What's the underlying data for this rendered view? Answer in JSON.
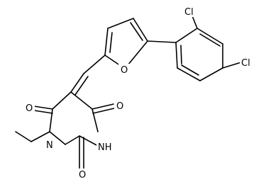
{
  "molecule": {
    "atoms": [
      {
        "id": "Cl1",
        "label": "Cl"
      },
      {
        "id": "Cl2",
        "label": "Cl"
      },
      {
        "id": "O1",
        "label": "O"
      },
      {
        "id": "O2",
        "label": "O"
      },
      {
        "id": "O3",
        "label": "O"
      },
      {
        "id": "O4",
        "label": "O"
      },
      {
        "id": "N1",
        "label": "N"
      },
      {
        "id": "NH",
        "label": "NH"
      }
    ]
  },
  "colors": {
    "bond": "#000000",
    "background": "#ffffff"
  }
}
